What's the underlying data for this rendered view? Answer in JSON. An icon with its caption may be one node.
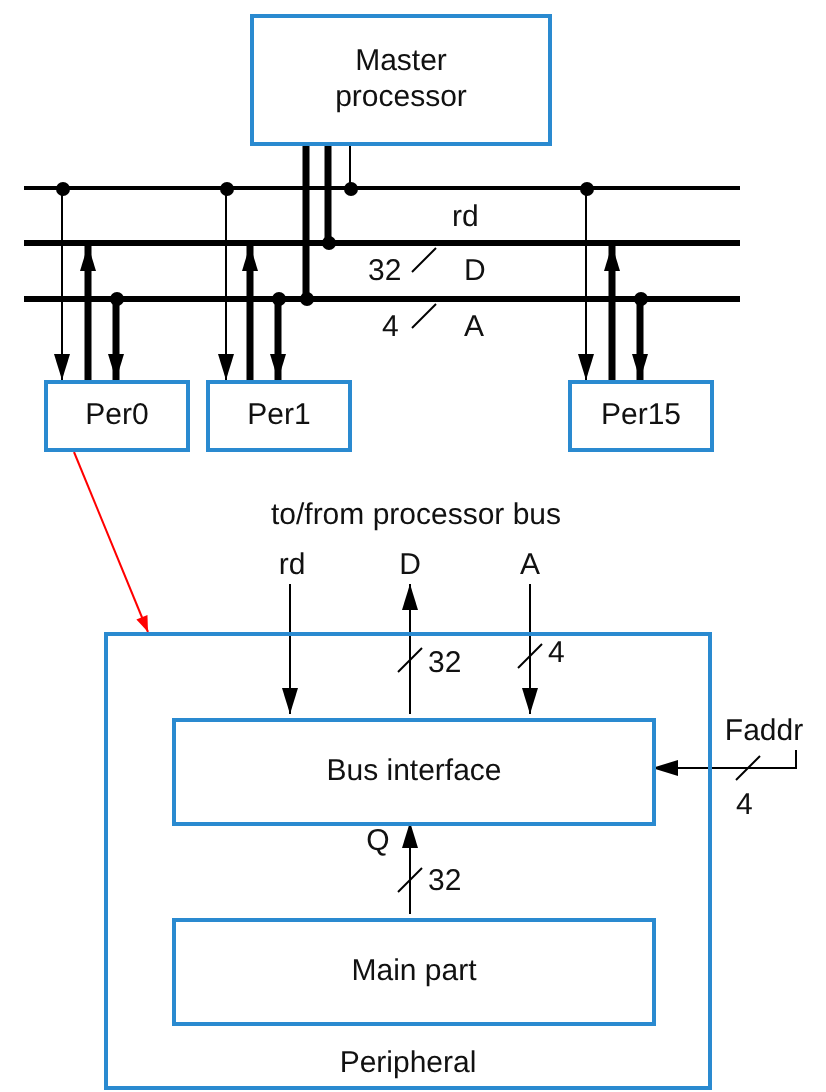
{
  "diagram": {
    "nodes": [
      {
        "text": [
          "Master processor"
        ]
      },
      {
        "text": [],
        "shape": "bar",
        "beside": [
          "rd"
        ]
      },
      {
        "text": [],
        "shape": "bar",
        "beside": [
          "32",
          "D"
        ]
      },
      {
        "text": [],
        "shape": "bar",
        "beside": [
          "4",
          "A"
        ]
      },
      {
        "text": [
          "Per0"
        ]
      },
      {
        "text": [
          "Per1"
        ]
      },
      {
        "text": [
          "Per15"
        ]
      },
      {
        "text": [
          "rd"
        ]
      },
      {
        "text": [
          "D"
        ]
      },
      {
        "text": [
          "A"
        ]
      },
      {
        "text": [
          "Peripheral"
        ]
      },
      {
        "text": [
          "Bus interface"
        ],
        "in": 10
      },
      {
        "text": [
          "Main part"
        ],
        "in": 10
      },
      {
        "text": [
          "Faddr"
        ]
      }
    ],
    "edges": [
      {
        "from": 0,
        "to": 1,
        "arrow": "none"
      },
      {
        "from": 0,
        "to": 2,
        "arrow": "none",
        "style": "thick"
      },
      {
        "from": 0,
        "to": 3,
        "arrow": "none",
        "style": "thick"
      },
      {
        "from": 1,
        "to": 4,
        "arrow": "to"
      },
      {
        "from": 4,
        "to": 2,
        "arrow": "to",
        "style": "thick"
      },
      {
        "from": 3,
        "to": 4,
        "arrow": "to",
        "style": "thick"
      },
      {
        "from": 1,
        "to": 5,
        "arrow": "to"
      },
      {
        "from": 5,
        "to": 2,
        "arrow": "to",
        "style": "thick"
      },
      {
        "from": 3,
        "to": 5,
        "arrow": "to",
        "style": "thick"
      },
      {
        "from": 1,
        "to": 6,
        "arrow": "to"
      },
      {
        "from": 6,
        "to": 2,
        "arrow": "to",
        "style": "thick"
      },
      {
        "from": 3,
        "to": 6,
        "arrow": "to",
        "style": "thick"
      },
      {
        "from": 4,
        "to": 10,
        "arrow": "to",
        "color": "#ff0000"
      },
      {
        "from": 7,
        "to": 11,
        "arrow": "to"
      },
      {
        "from": 11,
        "to": 8,
        "arrow": "to",
        "label": "32"
      },
      {
        "from": 9,
        "to": 11,
        "arrow": "to",
        "label": "4"
      },
      {
        "from": 13,
        "to": 11,
        "arrow": "to",
        "label": "4"
      },
      {
        "from": 12,
        "to": 11,
        "arrow": "to",
        "label": "32"
      }
    ],
    "labels": [
      "to/from processor bus",
      "Q"
    ]
  }
}
